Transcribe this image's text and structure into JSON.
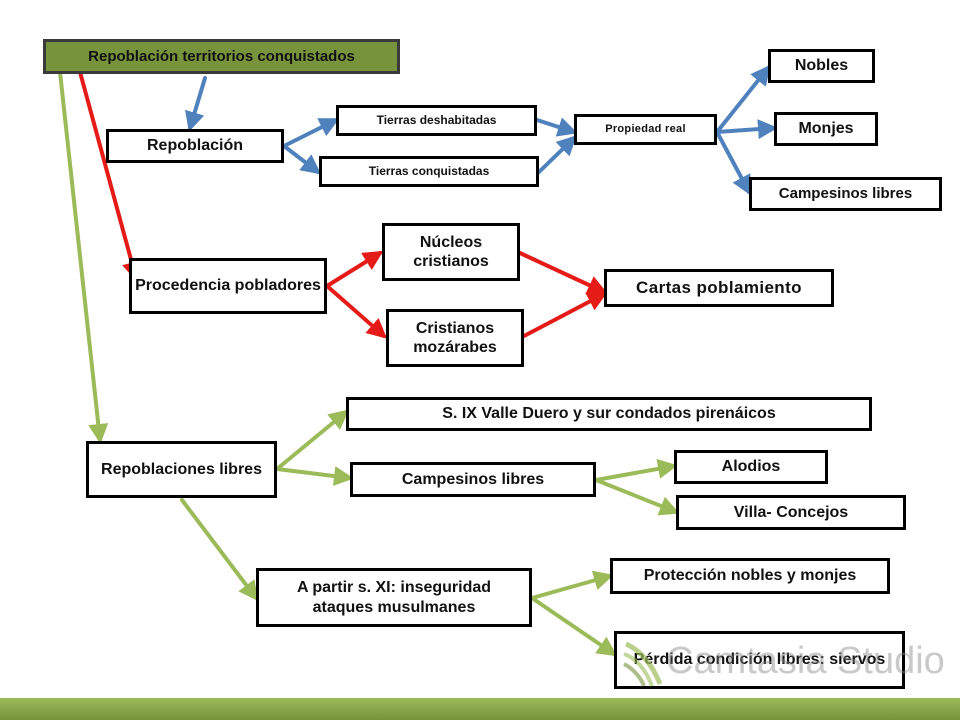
{
  "diagram": {
    "title": "Repoblación territorios conquistados",
    "nodes": {
      "repoblacion": "Repoblación",
      "tierras_deshabitadas": "Tierras deshabitadas",
      "tierras_conquistadas": "Tierras conquistadas",
      "propiedad_real": "Propiedad real",
      "nobles": "Nobles",
      "monjes": "Monjes",
      "campesinos_libres_1": "Campesinos libres",
      "procedencia": "Procedencia pobladores",
      "nucleos": "Núcleos cristianos",
      "mozarabes": "Cristianos mozárabes",
      "cartas": "Cartas poblamiento",
      "repoblaciones_libres": "Repoblaciones libres",
      "s_ix": "S. IX Valle Duero y sur condados pirenáicos",
      "campesinos_libres_2": "Campesinos libres",
      "alodios": "Alodios",
      "villa": "Villa- Concejos",
      "a_partir": "A partir s. XI: inseguridad ataques musulmanes",
      "proteccion": "Protección nobles y monjes",
      "perdida": "Pérdida condición libres: siervos"
    }
  },
  "watermark": {
    "text": "Camtasia Studio"
  },
  "colors": {
    "title_bg": "#77933c",
    "arrow_blue": "#4f81bd",
    "arrow_red": "#e41b17",
    "arrow_green": "#9bbb59",
    "bottom_bar": "#9bbb59"
  }
}
